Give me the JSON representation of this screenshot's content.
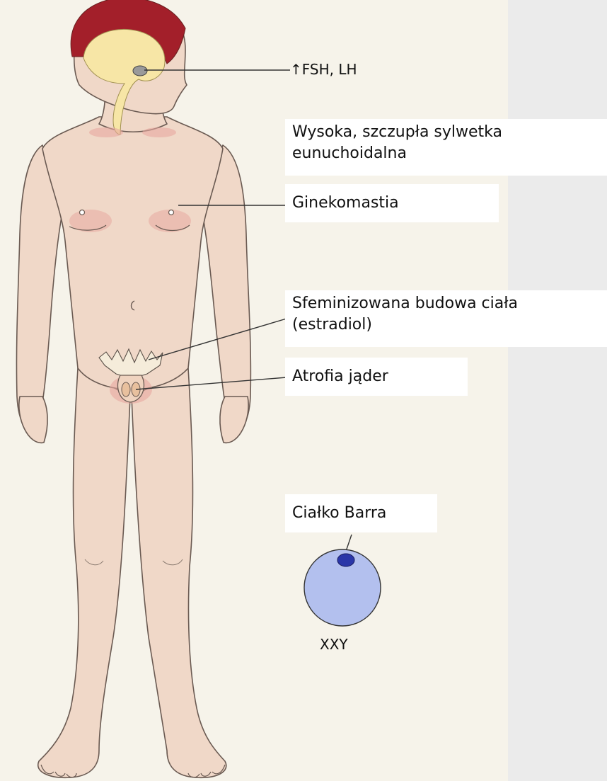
{
  "labels": {
    "hormones": "↑FSH, LH",
    "stature_line1": "Wysoka, szczupła sylwetka",
    "stature_line2": "eunuchoidalna",
    "gynecomastia": "Ginekomastia",
    "feminized_line1": "Sfeminizowana budowa ciała",
    "feminized_line2": "(estradiol)",
    "testicular_atrophy": "Atrofia jąder",
    "barr_body": "Ciałko Barra",
    "karyotype": "XXY"
  },
  "colors": {
    "background": "#f6f3ea",
    "right_panel": "#ebebeb",
    "skin": "#f0d8c8",
    "skin_outline": "#6a5a52",
    "skull": "#a31f2a",
    "brain": "#f7e6a6",
    "blush": "#e7a9a0",
    "cell": "#b3c0ee",
    "barr_body": "#2a36a8",
    "leader_line": "#333333"
  }
}
